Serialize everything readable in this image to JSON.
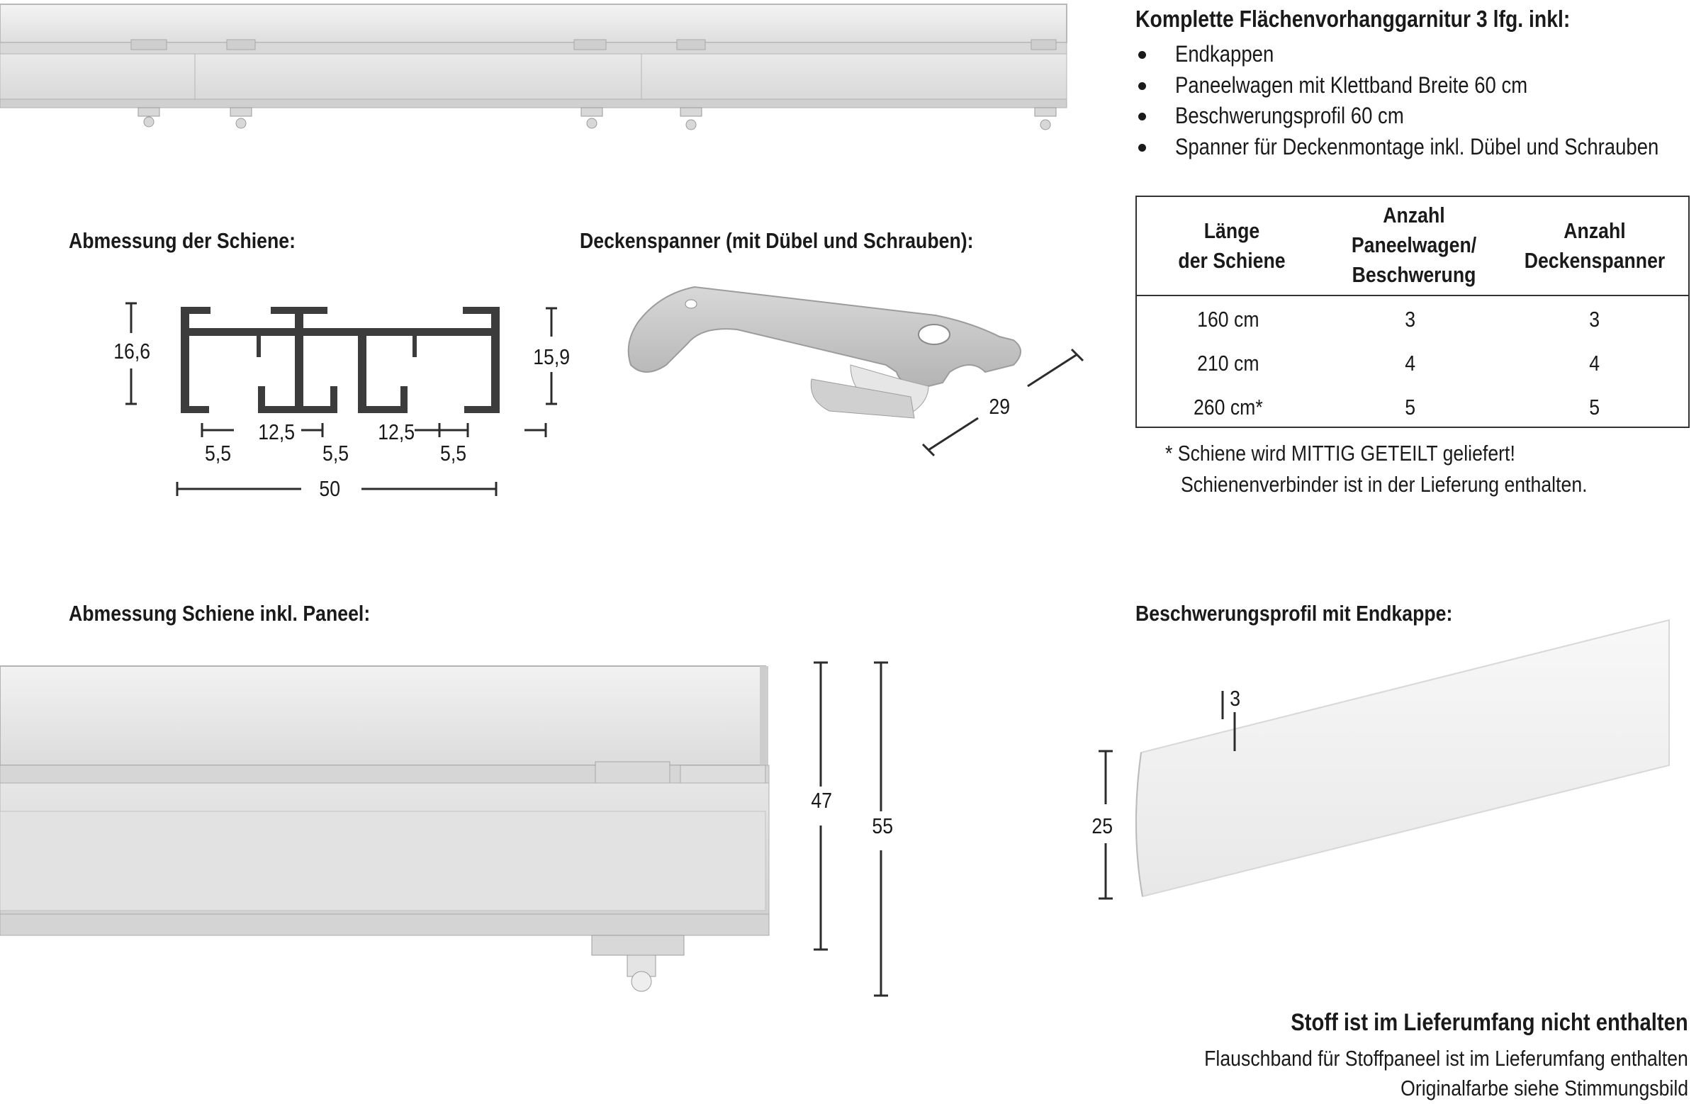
{
  "header": {
    "title": "Komplette Flächenvorhanggarnitur 3 lfg. inkl:",
    "items": [
      "Endkappen",
      "Paneelwagen mit Klettband Breite 60 cm",
      "Beschwerungsprofil 60 cm",
      "Spanner für Deckenmontage inkl. Dübel und Schrauben"
    ]
  },
  "sections": {
    "rail": "Abmessung der Schiene:",
    "bracket": "Deckenspanner (mit Dübel und Schrauben):",
    "rail_panel": "Abmessung Schiene inkl. Paneel:",
    "weight": "Beschwerungsprofil mit Endkappe:"
  },
  "table": {
    "headers": [
      [
        "Länge",
        "der Schiene"
      ],
      [
        "Anzahl",
        "Paneelwagen/",
        "Beschwerung"
      ],
      [
        "Anzahl",
        "Deckenspanner"
      ]
    ],
    "rows": [
      [
        "160 cm",
        "3",
        "3"
      ],
      [
        "210 cm",
        "4",
        "4"
      ],
      [
        "260 cm*",
        "5",
        "5"
      ]
    ]
  },
  "footnote": {
    "line1": "* Schiene wird MITTIG GETEILT geliefert!",
    "line2": "Schienenverbinder ist in der Lieferung enthalten."
  },
  "rail_dims": {
    "height_left": "16,6",
    "height_right": "15,9",
    "spacing_a": "12,5",
    "spacing_b": "12,5",
    "gap_1": "5,5",
    "gap_2": "5,5",
    "gap_3": "5,5",
    "width": "50"
  },
  "bracket_dims": {
    "length": "29"
  },
  "panel_dims": {
    "rail_height": "47",
    "total_height": "55"
  },
  "weight_dims": {
    "thickness": "3",
    "height": "25"
  },
  "footer": {
    "bold": "Stoff ist im Lieferumfang nicht enthalten",
    "line1": "Flauschband für Stoffpaneel ist im Lieferumfang enthalten",
    "line2": "Originalfarbe siehe Stimmungsbild"
  }
}
